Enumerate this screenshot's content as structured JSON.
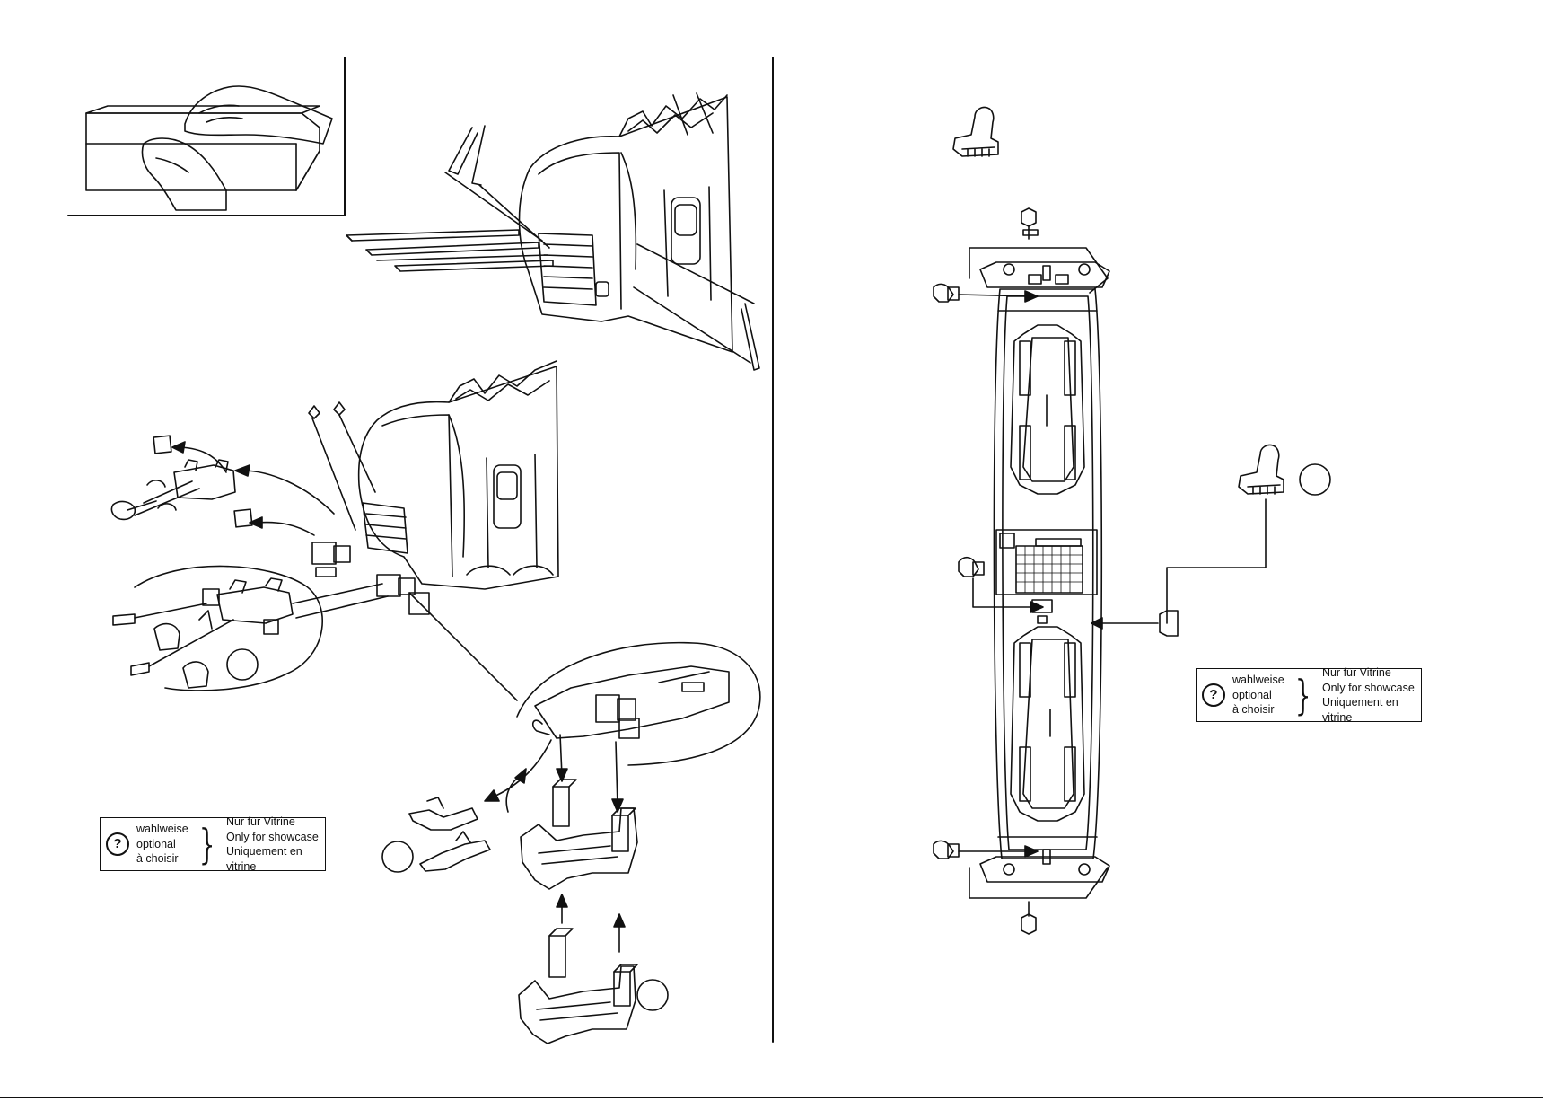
{
  "legends": [
    {
      "icon": "question-mark-icon",
      "left_lines": [
        "wahlweise",
        "optional",
        "à choisir"
      ],
      "right_lines": [
        "Nur für Vitrine",
        "Only for showcase",
        "Uniquement en vitrine"
      ]
    },
    {
      "icon": "question-mark-icon",
      "left_lines": [
        "wahlweise",
        "optional",
        "à choisir"
      ],
      "right_lines": [
        "Nur für Vitrine",
        "Only for showcase",
        "Uniquement en vitrine"
      ]
    }
  ],
  "question_symbol": "?",
  "brace_symbol": "}"
}
